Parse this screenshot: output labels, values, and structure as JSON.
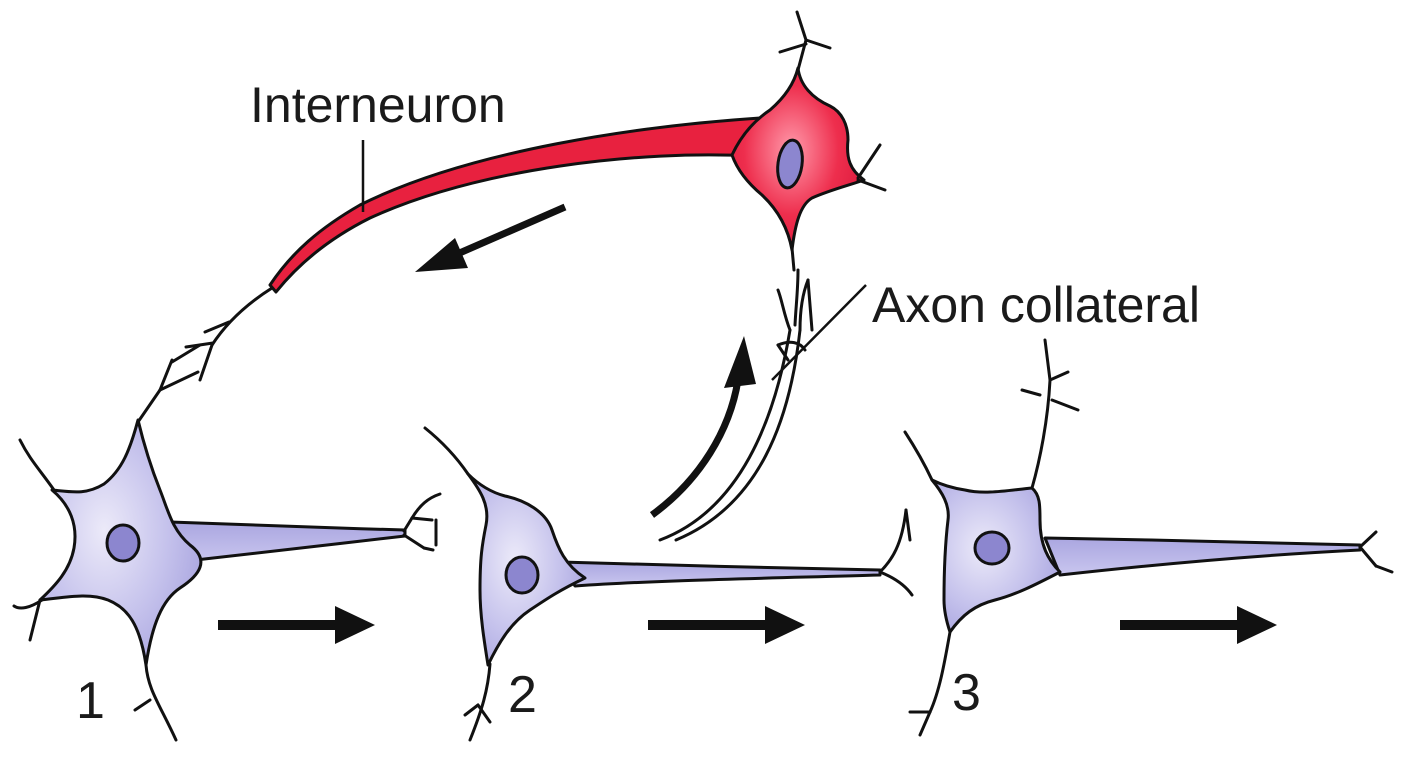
{
  "labels": {
    "interneuron": "Interneuron",
    "axon_collateral": "Axon collateral",
    "neuron_1": "1",
    "neuron_2": "2",
    "neuron_3": "3"
  },
  "colors": {
    "neuron_fill": "#b9b7e8",
    "neuron_fill_light": "#e4e3f7",
    "nucleus_fill": "#8c86cf",
    "interneuron_fill": "#e8213f",
    "interneuron_fill_light": "#ff8a9c",
    "outline": "#111111"
  }
}
